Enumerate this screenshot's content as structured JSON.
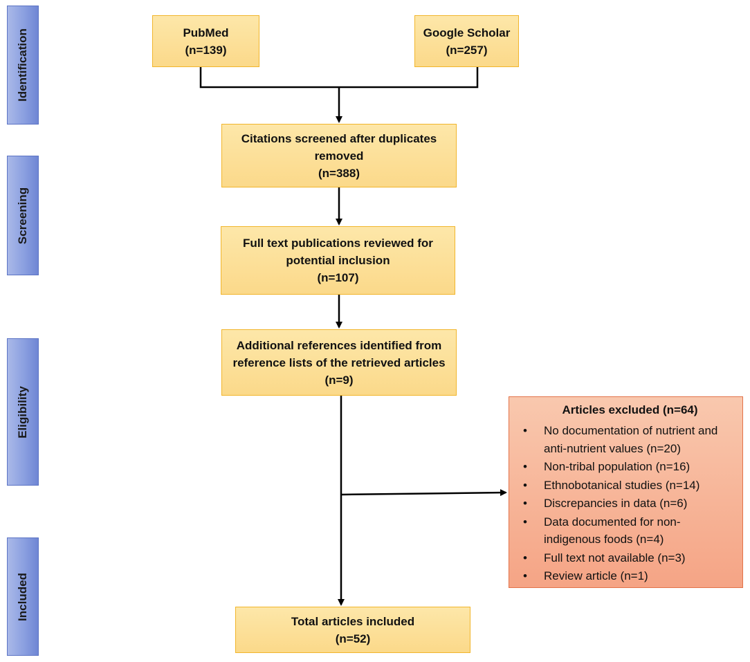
{
  "phases": {
    "identification": "Identification",
    "screening": "Screening",
    "eligibility": "Eligibility",
    "included": "Included"
  },
  "sources": {
    "pubmed": {
      "name": "PubMed",
      "count": "(n=139)"
    },
    "scholar": {
      "name": "Google Scholar",
      "count": "(n=257)"
    }
  },
  "screened": {
    "line1": "Citations screened after duplicates",
    "line2": "removed",
    "count": "(n=388)"
  },
  "fulltext": {
    "line1": "Full text publications reviewed for",
    "line2": "potential inclusion",
    "count": "(n=107)"
  },
  "additional": {
    "line1": "Additional references identified from",
    "line2": "reference lists of the retrieved articles",
    "count": "(n=9)"
  },
  "excluded": {
    "title": "Articles excluded (n=64)",
    "bullet": "•",
    "reasons": [
      {
        "l1": "No documentation of nutrient and",
        "l2": "anti-nutrient values (n=20)"
      },
      {
        "l1": "Non-tribal population (n=16)"
      },
      {
        "l1": "Ethnobotanical studies (n=14)"
      },
      {
        "l1": "Discrepancies in data (n=6)"
      },
      {
        "l1": "Data documented for non-",
        "l2": "indigenous foods (n=4)"
      },
      {
        "l1": "Full text not available (n=3)"
      },
      {
        "l1": "Review article (n=1)"
      }
    ]
  },
  "included": {
    "label": "Total articles included",
    "count": "(n=52)"
  },
  "colors": {
    "box_fill": "#fbd98a",
    "box_border": "#f1b52b",
    "exclusion_fill": "#f5a485",
    "exclusion_border": "#e2734a",
    "phase_fill": "#8a9fe0",
    "connector": "#000000"
  }
}
